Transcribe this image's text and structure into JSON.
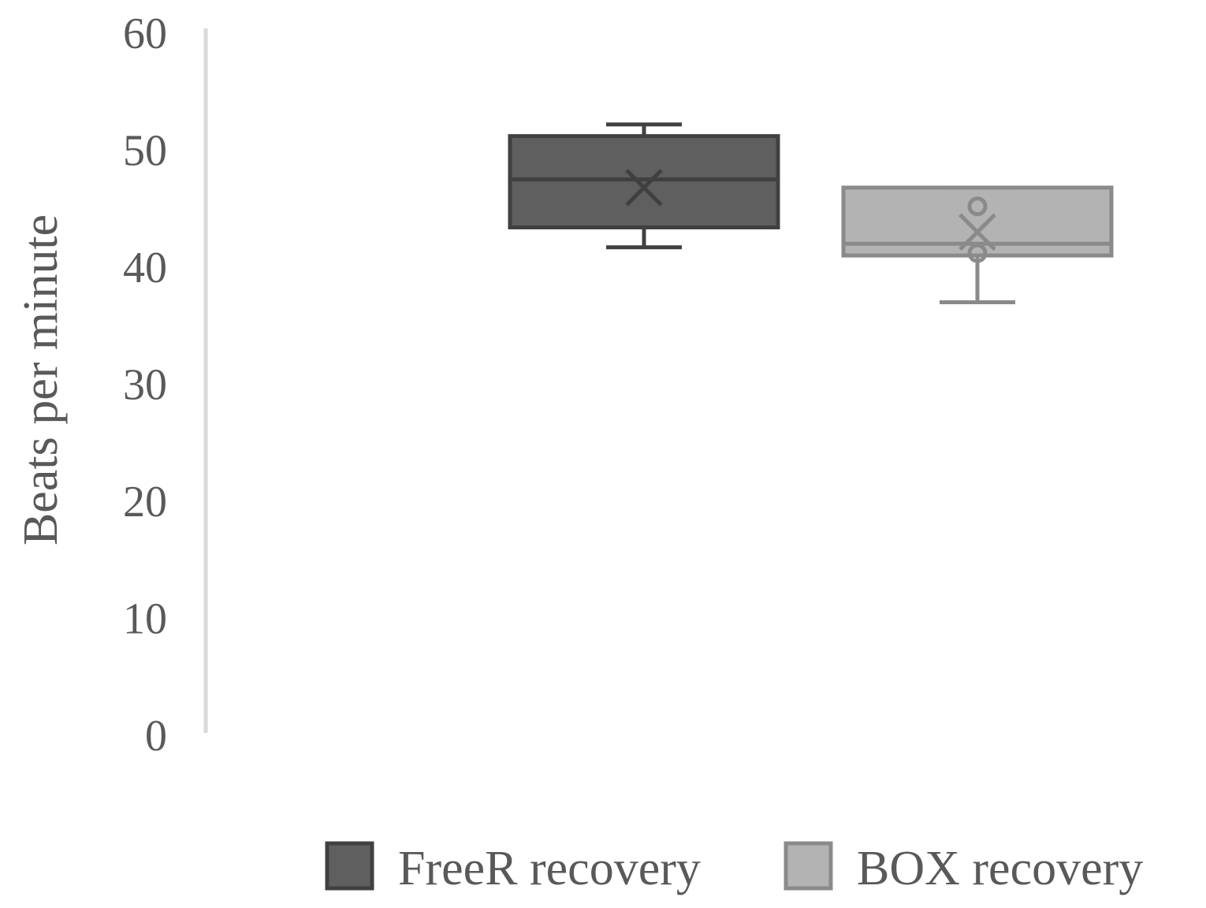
{
  "chart_data": {
    "type": "box",
    "title": "",
    "xlabel": "",
    "ylabel": "Beats per minute",
    "ylim": [
      0,
      60
    ],
    "yticks": [
      0,
      10,
      20,
      30,
      40,
      50,
      60
    ],
    "grid": false,
    "legend_position": "bottom",
    "series": [
      {
        "name": "FreeR recovery",
        "color": "#5f5f5f",
        "stroke": "#404040",
        "min": 41.7,
        "q1": 43.4,
        "median": 47.5,
        "q3": 51.2,
        "max": 52.2,
        "mean": 46.8,
        "outliers": []
      },
      {
        "name": "BOX recovery",
        "color": "#b3b3b3",
        "stroke": "#8a8a8a",
        "min": 37.0,
        "q1": 41.0,
        "median": 42.0,
        "q3": 46.8,
        "max": 46.8,
        "mean": 43.0,
        "outliers": [
          45.2,
          41.2
        ]
      }
    ]
  }
}
